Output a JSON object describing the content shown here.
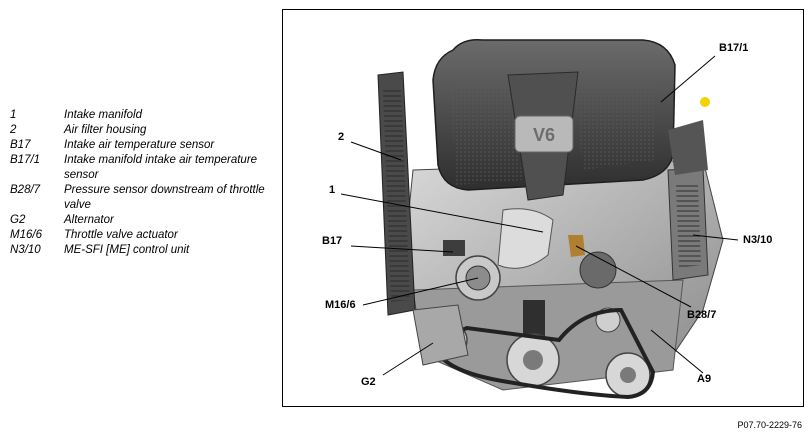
{
  "legend": [
    {
      "code": "1",
      "description": "Intake manifold"
    },
    {
      "code": "2",
      "description": "Air filter housing"
    },
    {
      "code": "B17",
      "description": "Intake air temperature sensor"
    },
    {
      "code": "B17/1",
      "description": "Intake manifold intake air temperature sensor"
    },
    {
      "code": "B28/7",
      "description": "Pressure sensor downstream of throttle valve"
    },
    {
      "code": "G2",
      "description": "Alternator"
    },
    {
      "code": "M16/6",
      "description": "Throttle valve actuator"
    },
    {
      "code": "N3/10",
      "description": "ME-SFI [ME] control unit"
    }
  ],
  "figure": {
    "engine_badge": "V6",
    "callouts": {
      "b17_1": "B17/1",
      "two": "2",
      "one": "1",
      "b17": "B17",
      "n3_10": "N3/10",
      "m16_6": "M16/6",
      "b28_7": "B28/7",
      "g2": "G2",
      "a9": "A9"
    }
  },
  "reference_number": "P07.70-2229-76"
}
